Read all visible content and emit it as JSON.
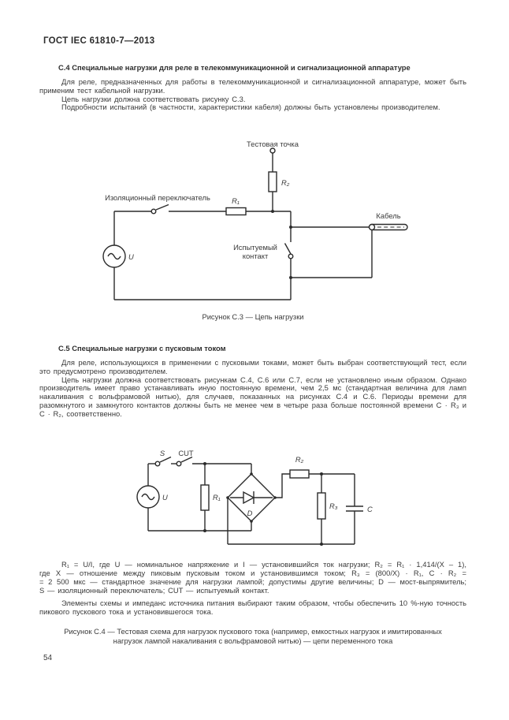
{
  "page": {
    "header": "ГОСТ IEC 61810-7—2013",
    "page_number": "54"
  },
  "section_c4": {
    "heading": "С.4 Специальные нагрузки для реле в телекоммуникационной и сигнализационной аппаратуре",
    "paragraphs": [
      "Для реле, предназначенных для работы в телекоммуникационной и сигнализационной аппаратуре, может быть применим тест кабельной нагрузки.",
      "Цепь нагрузки должна соответствовать рисунку С.3.",
      "Подробности испытаний (в частности, характеристики кабеля) должны быть установлены производителем."
    ]
  },
  "figure_c3": {
    "labels": {
      "test_point": "Тестовая точка",
      "r2": "R₂",
      "r1": "R₁",
      "isolating_switch": "Изоляционный переключатель",
      "contact_line1": "Испытуемый",
      "contact_line2": "контакт",
      "cable": "Кабель",
      "source": "U"
    },
    "caption": "Рисунок С.3 — Цепь нагрузки"
  },
  "section_c5": {
    "heading": "С.5 Специальные нагрузки с пусковым током",
    "paragraphs": [
      "Для реле, использующихся в применении с пусковыми токами, может быть выбран соответствующий тест, если это предусмотрено производителем.",
      "Цепь нагрузки должна соответствовать рисункам С.4, С.6 или С.7, если не установлено иным образом. Однако производитель имеет право устанавливать иную постоянную времени, чем 2,5 мс (стандартная величина для ламп накаливания с вольфрамовой нитью), для случаев, показанных на рисунках С.4 и С.6. Периоды времени для разомкнутого и замкнутого контактов должны быть не менее чем в четыре раза больше постоянной времени C · R₃ и C · R₂, соответственно."
    ]
  },
  "figure_c4": {
    "labels": {
      "s": "S",
      "cut": "CUT",
      "source": "U",
      "r1": "R₁",
      "d": "D",
      "r2": "R₂",
      "r3": "R₃",
      "c": "C"
    },
    "notes_lines": [
      "R₁ = U/I, где U — номинальное напряжение и I — установившийся ток нагрузки; R₂ = R₁ · 1,414/(X – 1),",
      "где X — отношение между пиковым пусковым током и установившимся током; R₃ = (800/X) · R₁, C · R₂ =",
      "= 2 500 мкс — стандартное значение для нагрузки лампой; допустимы другие величины; D — мост-выпрямитель;",
      "S — изоляционный переключатель; CUT — испытуемый контакт."
    ],
    "note2": "Элементы схемы и импеданс источника питания выбирают таким образом, чтобы обеспечить 10 %-ную точность пикового пускового тока и установившегося тока.",
    "caption_line1": "Рисунок С.4 — Тестовая схема для нагрузок пускового тока (например, емкостных нагрузок и имитированных",
    "caption_line2": "нагрузок лампой накаливания с вольфрамовой нитью) — цепи переменного тока"
  }
}
